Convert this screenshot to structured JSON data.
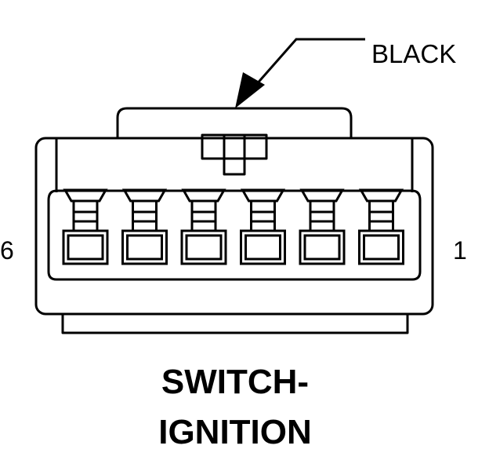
{
  "callout": {
    "color_label": "BLACK"
  },
  "pins": {
    "left_label": "6",
    "right_label": "1",
    "count": 6
  },
  "title": {
    "line1": "SWITCH-",
    "line2": "IGNITION"
  }
}
